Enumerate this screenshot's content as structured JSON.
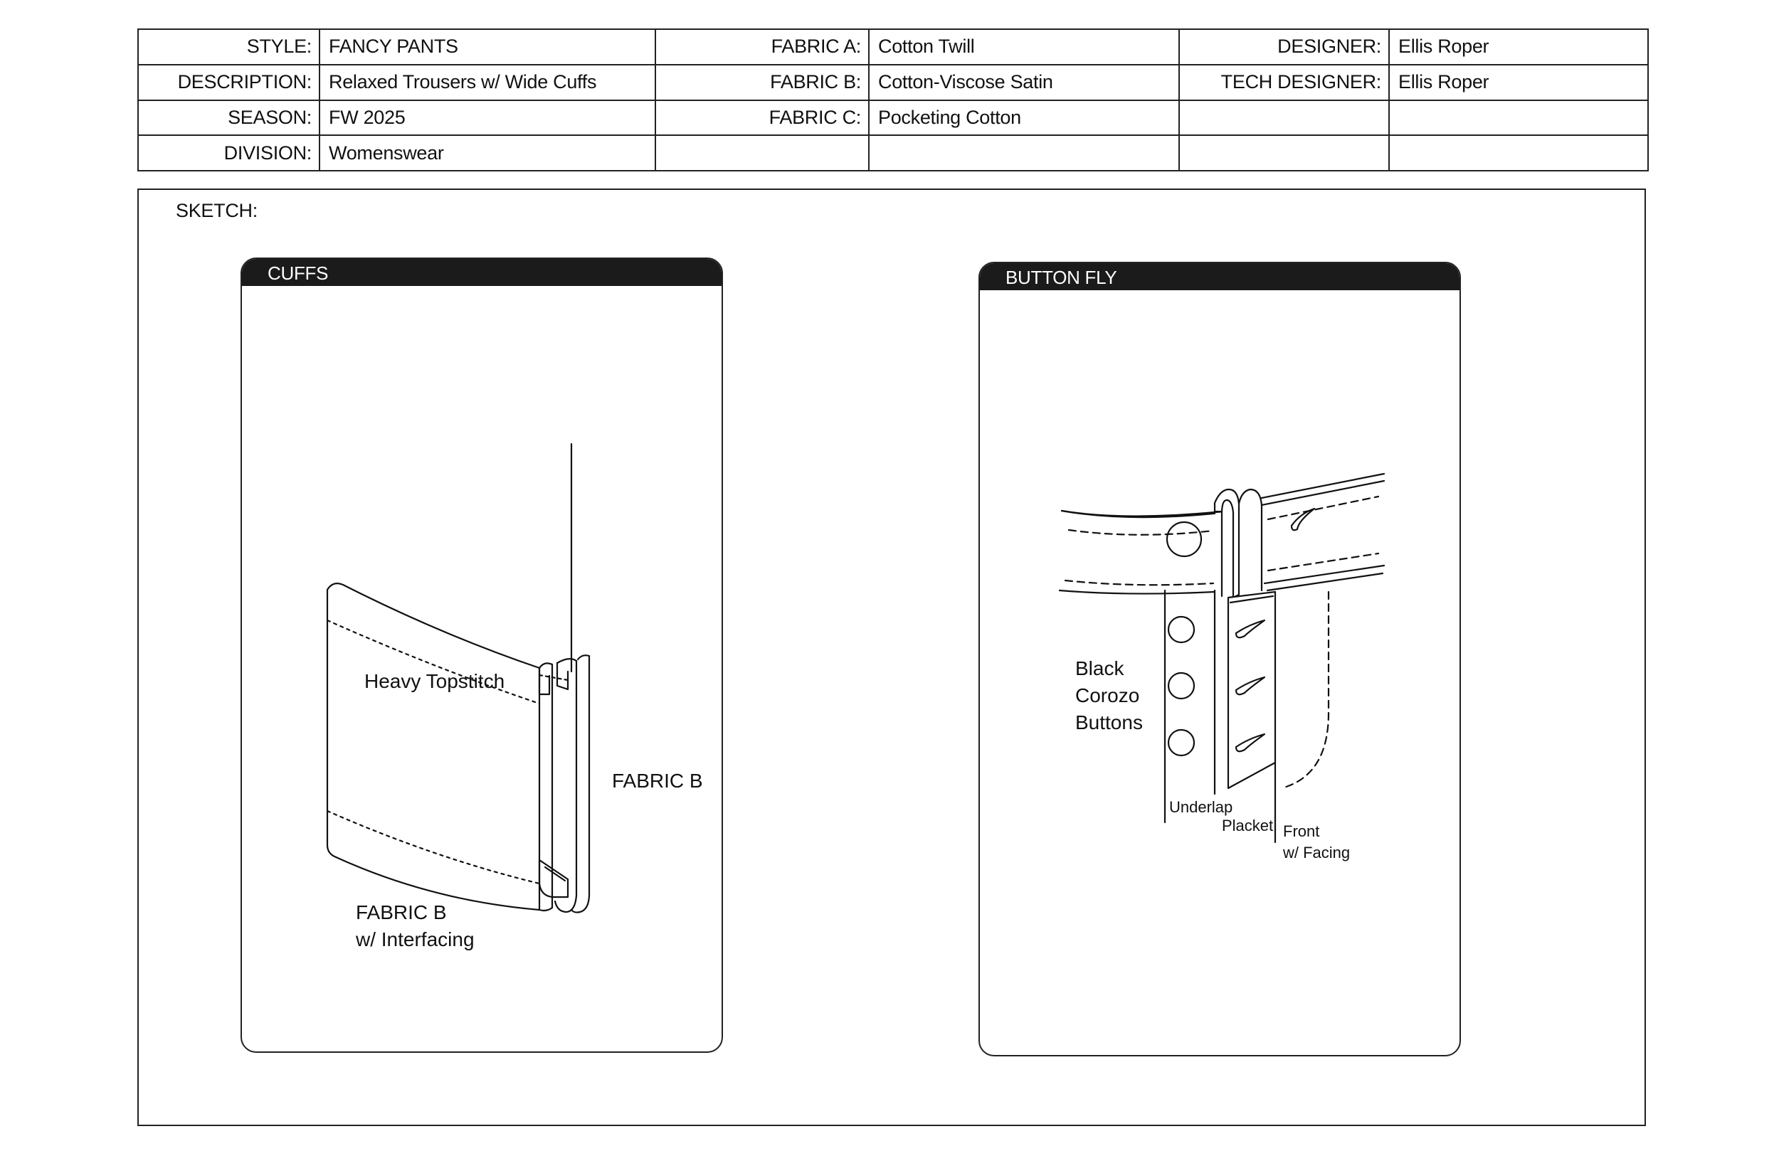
{
  "header": {
    "rows": [
      {
        "c1_label": "STYLE:",
        "c1_value": "FANCY PANTS",
        "c2_label": "FABRIC A:",
        "c2_value": "Cotton Twill",
        "c3_label": "DESIGNER:",
        "c3_value": "Ellis Roper"
      },
      {
        "c1_label": "DESCRIPTION:",
        "c1_value": "Relaxed Trousers w/ Wide Cuffs",
        "c2_label": "FABRIC B:",
        "c2_value": "Cotton-Viscose Satin",
        "c3_label": "TECH DESIGNER:",
        "c3_value": "Ellis Roper"
      },
      {
        "c1_label": "SEASON:",
        "c1_value": "FW 2025",
        "c2_label": "FABRIC C:",
        "c2_value": "Pocketing Cotton",
        "c3_label": "",
        "c3_value": ""
      },
      {
        "c1_label": "DIVISION:",
        "c1_value": "Womenswear",
        "c2_label": "",
        "c2_value": "",
        "c3_label": "",
        "c3_value": ""
      }
    ]
  },
  "sketch": {
    "label": "SKETCH:",
    "panels": [
      {
        "title": "CUFFS",
        "callouts": {
          "topstitch": "Heavy Topstitch",
          "fabric_side": "FABRIC B",
          "fabric_bottom_line1": "FABRIC B",
          "fabric_bottom_line2": "w/ Interfacing"
        }
      },
      {
        "title": "BUTTON FLY",
        "callouts": {
          "buttons_line1": "Black",
          "buttons_line2": "Corozo",
          "buttons_line3": "Buttons",
          "underlap": "Underlap",
          "placket": "Placket",
          "front_line1": "Front",
          "front_line2": "w/ Facing"
        }
      }
    ]
  }
}
